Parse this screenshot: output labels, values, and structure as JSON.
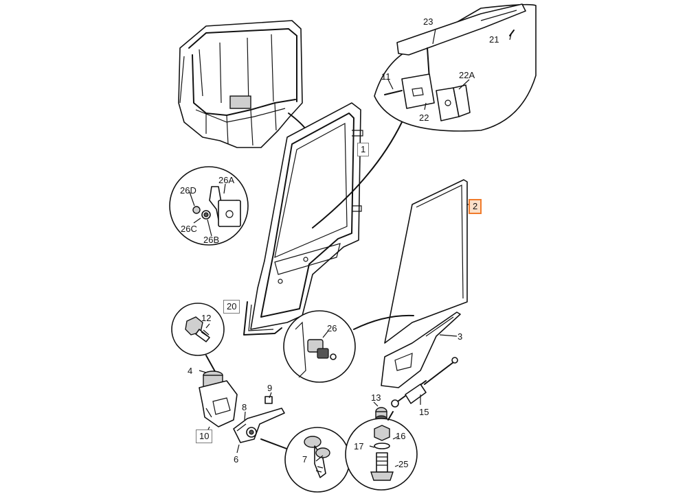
{
  "labels": {
    "l1": "1",
    "l2": "2",
    "l3": "3",
    "l4": "4",
    "l6": "6",
    "l7": "7",
    "l8": "8",
    "l9": "9",
    "l10": "10",
    "l11": "11",
    "l12": "12",
    "l13": "13",
    "l15": "15",
    "l16": "16",
    "l17": "17",
    "l20": "20",
    "l21": "21",
    "l22": "22",
    "l22a": "22A",
    "l23": "23",
    "l25": "25",
    "l26": "26",
    "l26a": "26A",
    "l26b": "26B",
    "l26c": "26C",
    "l26d": "26D"
  },
  "colors": {
    "highlight_border": "#f07a2a",
    "highlight_fill": "#fbe0c9",
    "line": "#111111"
  }
}
